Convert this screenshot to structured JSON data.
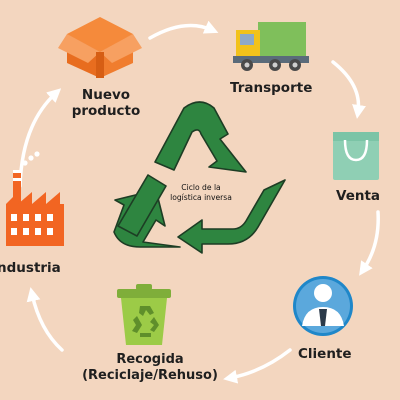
{
  "diagram": {
    "title": "Ciclo de la logística inversa",
    "steps": [
      {
        "label": "Nuevo producto",
        "icon": "box-icon"
      },
      {
        "label": "Transporte",
        "icon": "truck-icon"
      },
      {
        "label": "Venta",
        "icon": "shopping-bag-icon"
      },
      {
        "label": "Cliente",
        "icon": "customer-icon"
      },
      {
        "label": "Recogida (Reciclaje/Rehuso)",
        "icon": "recycling-bin-icon"
      },
      {
        "label": "Industria",
        "icon": "factory-icon"
      }
    ],
    "colors": {
      "background": "#f3d6bf",
      "recycle_green": "#2e8540",
      "box_orange": "#f07d2e",
      "factory_orange": "#f26522",
      "bag_teal": "#8fcfb4",
      "customer_blue": "#1f87c9",
      "bin_green": "#9ccb47",
      "cycle_arrows": "#ffffff"
    }
  }
}
